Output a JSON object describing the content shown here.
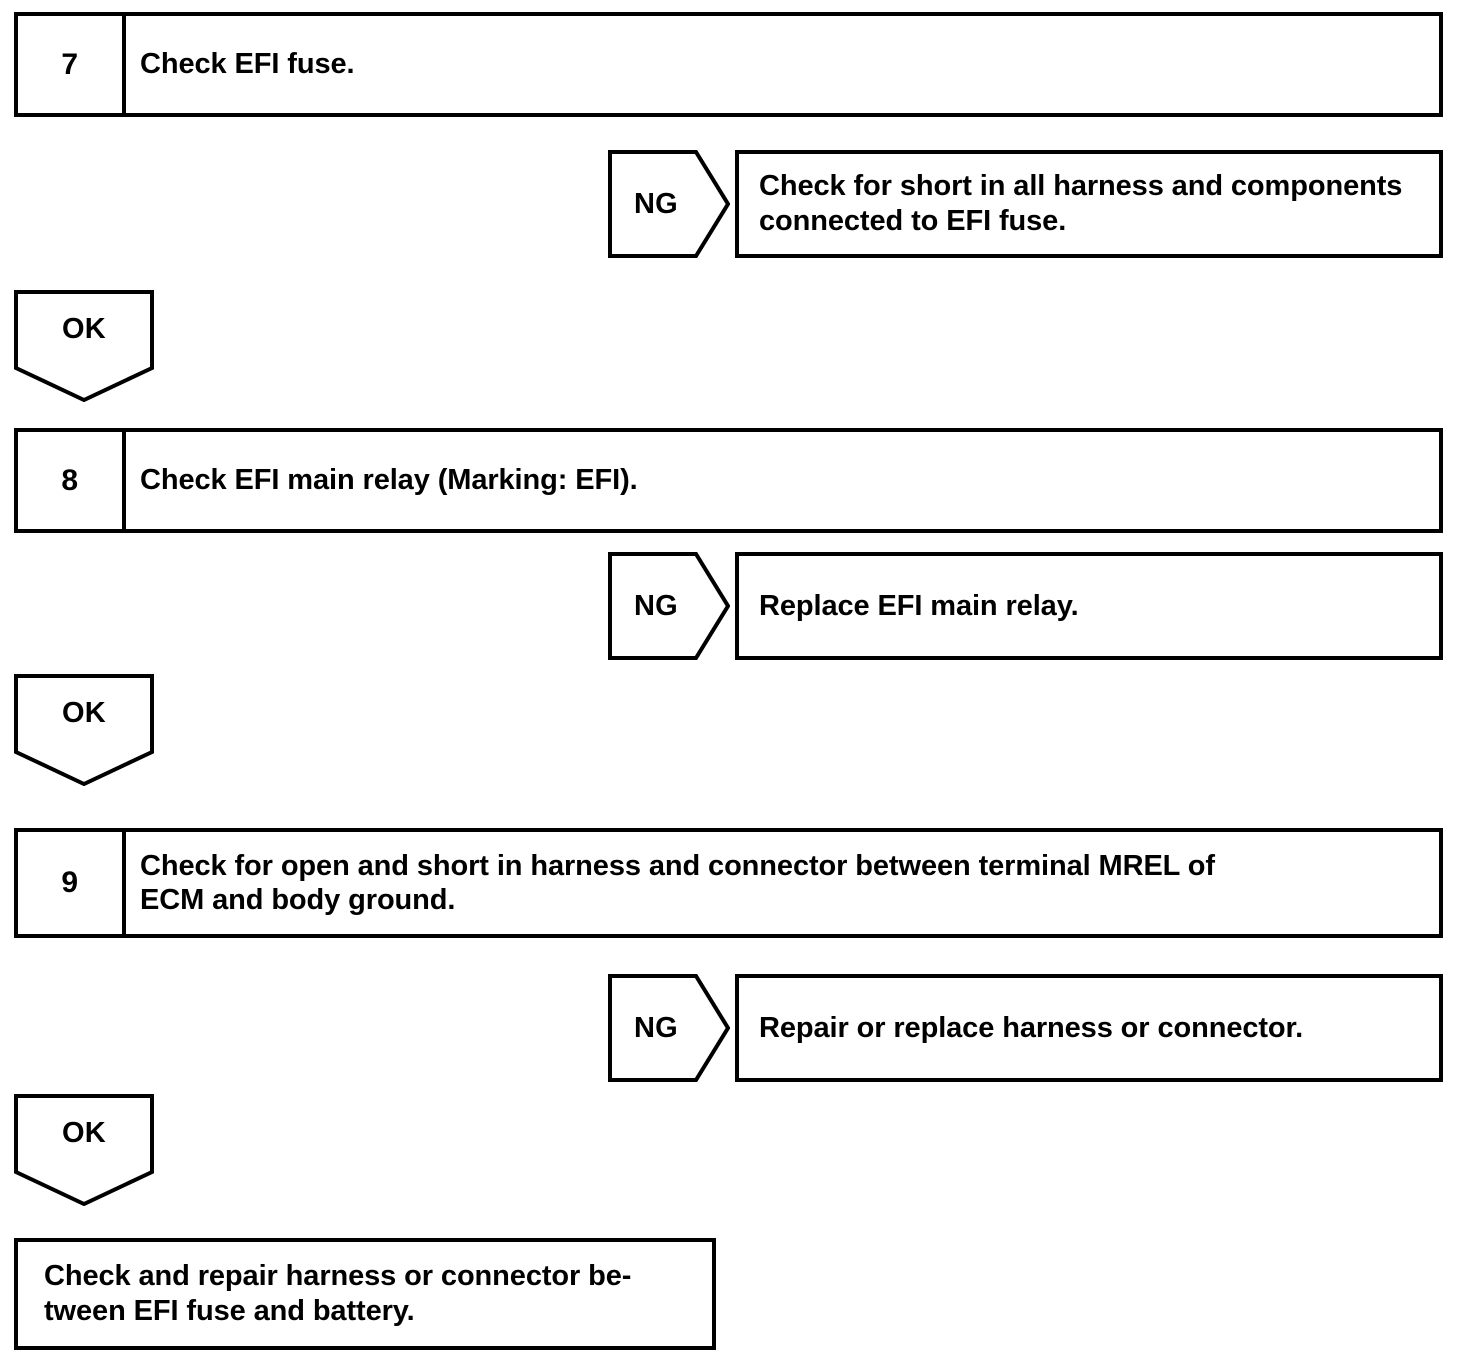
{
  "diagram": {
    "type": "troubleshooting-flowchart",
    "background_color": "#ffffff",
    "line_color": "#000000",
    "steps": [
      {
        "number": "7",
        "text": "Check EFI fuse.",
        "result_label": "NG",
        "result_text_line1": "Check for short in all harness and components",
        "result_text_line2": "connected to EFI fuse.",
        "pass_label": "OK"
      },
      {
        "number": "8",
        "text": "Check EFI main relay (Marking: EFI).",
        "result_label": "NG",
        "result_text_line1": "Replace EFI main relay.",
        "result_text_line2": "",
        "pass_label": "OK"
      },
      {
        "number": "9",
        "text_line1": "Check for open and short in harness and connector between terminal MREL of",
        "text_line2": "ECM and body ground.",
        "result_label": "NG",
        "result_text_line1": "Repair or replace harness or connector.",
        "result_text_line2": "",
        "pass_label": "OK"
      }
    ],
    "final": {
      "text_line1": "Check and repair harness or connector be-",
      "text_line2": "tween EFI fuse and battery."
    }
  }
}
